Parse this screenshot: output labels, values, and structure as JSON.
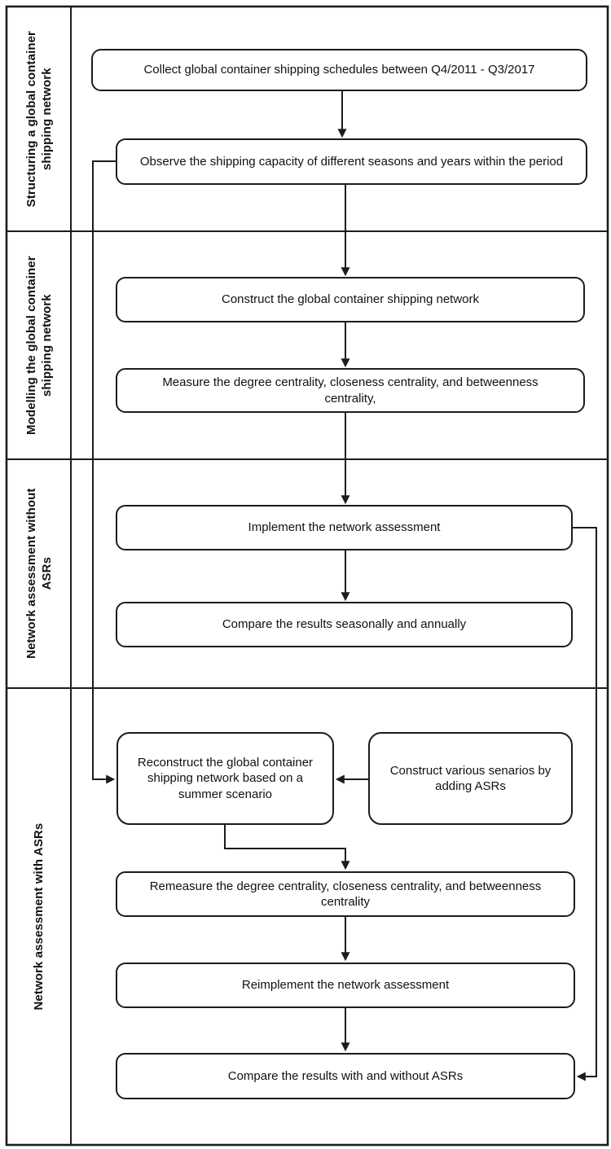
{
  "figure": {
    "lanes": [
      {
        "label": "Structuring a global container shipping network"
      },
      {
        "label": "Modelling the global container shipping network"
      },
      {
        "label": "Network assessment without ASRs"
      },
      {
        "label": "Network assessment with ASRs"
      }
    ],
    "nodes": {
      "collect": {
        "text": "Collect global container shipping schedules between Q4/2011 - Q3/2017"
      },
      "observe": {
        "text": "Observe the shipping capacity of different seasons and years within the period"
      },
      "construct": {
        "text": "Construct the global container shipping network"
      },
      "measure": {
        "text": "Measure the degree centrality, closeness centrality, and betweenness centrality,"
      },
      "implement": {
        "text": "Implement the network assessment"
      },
      "compare_seasonal": {
        "text": "Compare the results seasonally and annually"
      },
      "reconstruct": {
        "text": "Reconstruct the global container shipping network based on a summer scenario"
      },
      "scenarios": {
        "text": "Construct various senarios by adding ASRs"
      },
      "remeasure": {
        "text": "Remeasure the degree centrality, closeness centrality, and betweenness centrality"
      },
      "reimplement": {
        "text": "Reimplement the network assessment"
      },
      "compare_asr": {
        "text": "Compare the results with and without ASRs"
      }
    },
    "colors": {
      "line": "#1c1c1c",
      "box_fill": "#ffffff",
      "text": "#111111",
      "background": "#ffffff"
    }
  }
}
